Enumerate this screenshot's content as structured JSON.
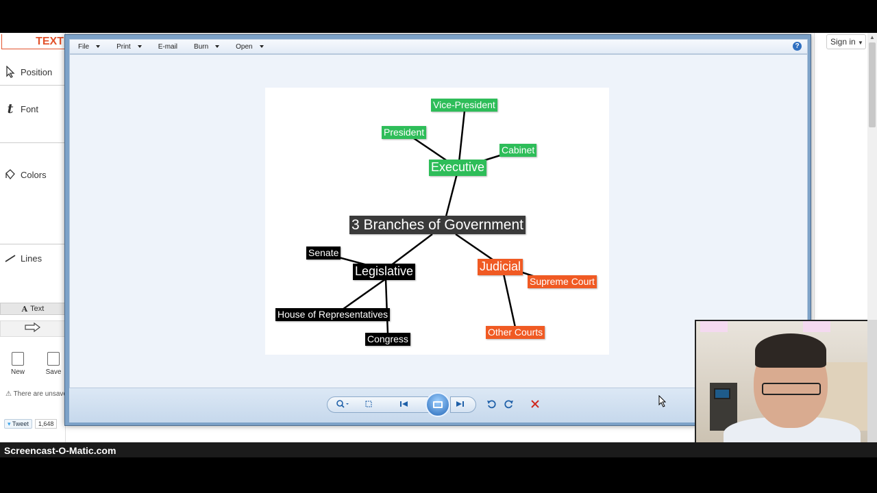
{
  "webapp": {
    "text_tab": "TEXT",
    "tools": {
      "position": "Position",
      "font": "Font",
      "colors": "Colors",
      "lines": "Lines"
    },
    "text_bar": "Text",
    "file_buttons": {
      "new": "New",
      "save": "Save"
    },
    "warning": "There are unsaved changes",
    "tweet": "Tweet",
    "tweet_count": "1,648",
    "sign_in": "Sign in"
  },
  "viewer": {
    "menu": {
      "file": "File",
      "print": "Print",
      "email": "E-mail",
      "burn": "Burn",
      "open": "Open"
    },
    "help": "?"
  },
  "mindmap": {
    "center": "3 Branches of Government",
    "executive": "Executive",
    "vice_president": "Vice-President",
    "president": "President",
    "cabinet": "Cabinet",
    "legislative": "Legislative",
    "senate": "Senate",
    "house": "House of Representatives",
    "congress": "Congress",
    "judicial": "Judicial",
    "supreme_court": "Supreme Court",
    "other_courts": "Other Courts",
    "colors": {
      "executive": "#2ebd59",
      "legislative": "#000000",
      "judicial": "#f05a23",
      "center": "#3a3a3a"
    }
  },
  "watermark": "Screencast-O-Matic.com"
}
